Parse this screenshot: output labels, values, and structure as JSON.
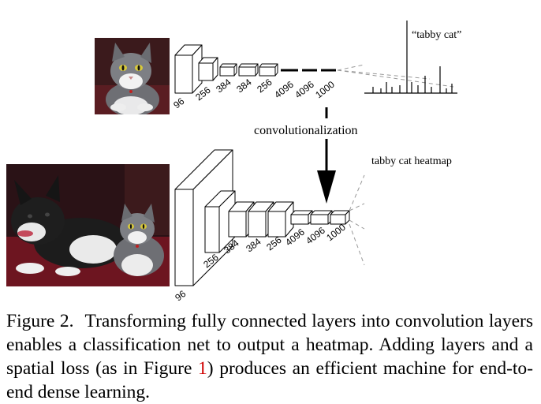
{
  "top": {
    "class_label": "“tabby cat”",
    "layer_labels": [
      "96",
      "256",
      "384",
      "384",
      "256",
      "4096",
      "4096",
      "1000"
    ]
  },
  "arrow_label": "convolutionalization",
  "bottom": {
    "heatmap_label": "tabby cat heatmap",
    "layer_labels": [
      "96",
      "256",
      "384",
      "384",
      "256",
      "4096",
      "4096",
      "1000"
    ]
  },
  "caption": {
    "label": "Figure 2.",
    "text_before_ref": "Transforming fully connected layers into convolution layers enables a classification net to output a heatmap. Adding layers and a spatial loss (as in Figure ",
    "ref": "1",
    "text_after_ref": ") produces an efficient machine for end-to-end dense learning."
  },
  "colors": {
    "ref": "#d00000",
    "fur_gray": "#7d7f84",
    "background_red": "#7a1620"
  }
}
